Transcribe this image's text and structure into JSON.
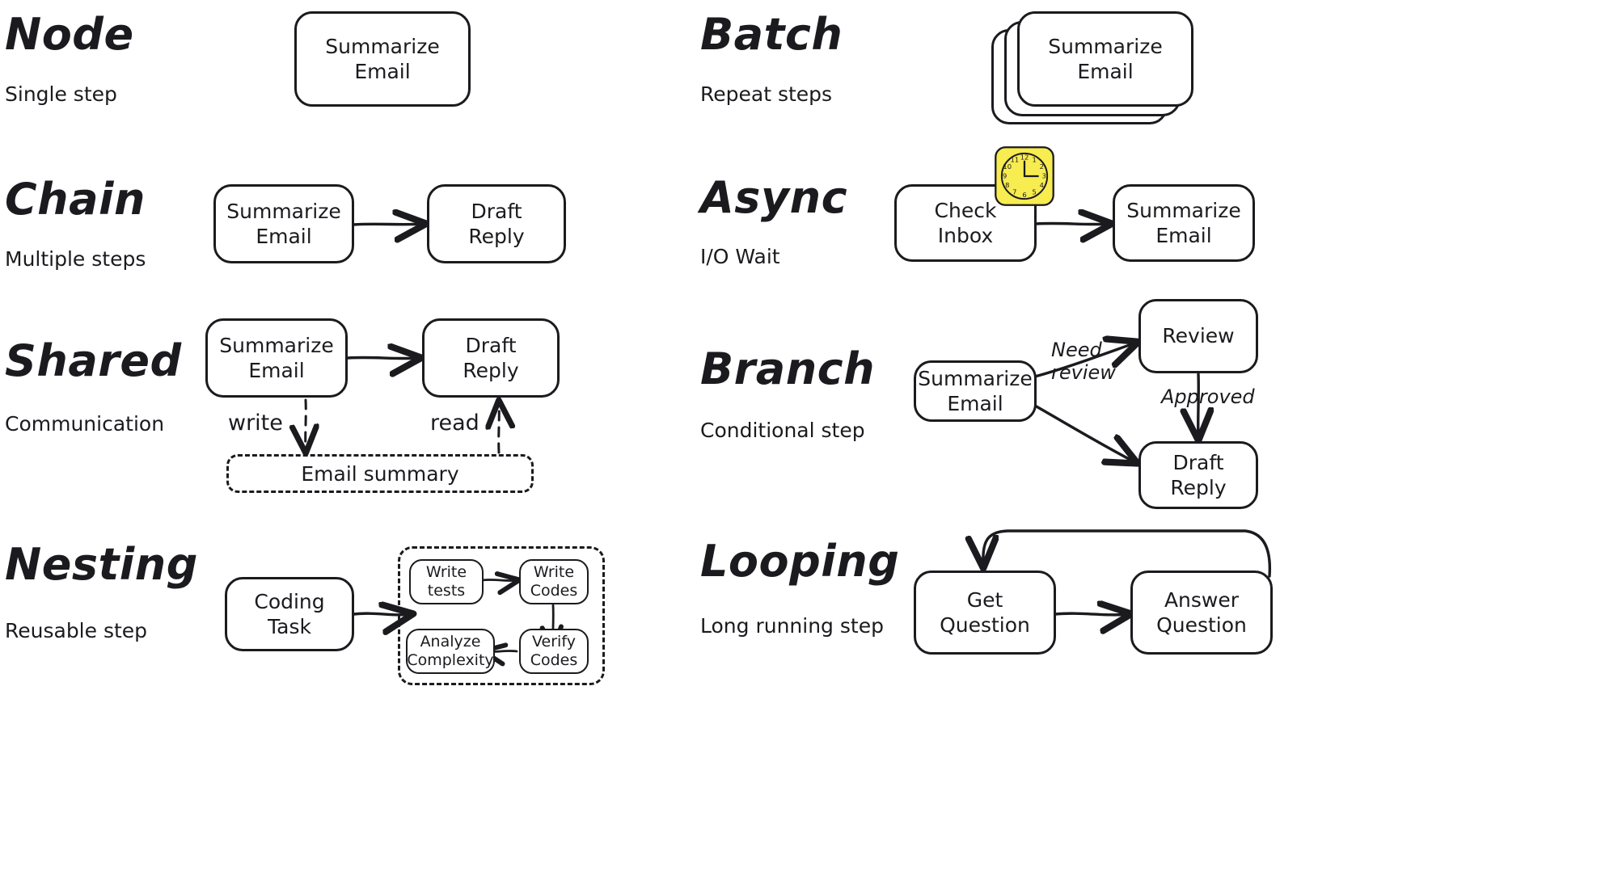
{
  "diagram": {
    "title_style": "hand-drawn",
    "background": "#ffffff",
    "ink": "#1b1b1f",
    "accent": "#f7ec50"
  },
  "sections": [
    {
      "id": "node",
      "title": "Node",
      "subtitle": "Single step",
      "nodes": [
        {
          "id": "n1",
          "label": "Summarize\nEmail"
        }
      ],
      "edges": []
    },
    {
      "id": "batch",
      "title": "Batch",
      "subtitle": "Repeat steps",
      "nodes": [
        {
          "id": "b1",
          "label": "Summarize\nEmail"
        }
      ],
      "stack_count": 3,
      "edges": []
    },
    {
      "id": "chain",
      "title": "Chain",
      "subtitle": "Multiple steps",
      "nodes": [
        {
          "id": "c1",
          "label": "Summarize\nEmail"
        },
        {
          "id": "c2",
          "label": "Draft\nReply"
        }
      ],
      "edges": [
        {
          "from": "c1",
          "to": "c2",
          "label": "",
          "style": "solid"
        }
      ]
    },
    {
      "id": "async",
      "title": "Async",
      "subtitle": "I/O Wait",
      "nodes": [
        {
          "id": "a1",
          "label": "Check\nInbox"
        },
        {
          "id": "a2",
          "label": "Summarize\nEmail"
        }
      ],
      "icon": "clock-icon",
      "edges": [
        {
          "from": "a1",
          "to": "a2",
          "label": "",
          "style": "solid"
        }
      ]
    },
    {
      "id": "shared",
      "title": "Shared",
      "subtitle": "Communication",
      "nodes": [
        {
          "id": "s1",
          "label": "Summarize\nEmail"
        },
        {
          "id": "s2",
          "label": "Draft\nReply"
        }
      ],
      "store": {
        "id": "store1",
        "label": "Email summary"
      },
      "edges": [
        {
          "from": "s1",
          "to": "s2",
          "label": "",
          "style": "solid"
        },
        {
          "from": "s1",
          "to": "store1",
          "label": "write",
          "style": "dashed"
        },
        {
          "from": "store1",
          "to": "s2",
          "label": "read",
          "style": "dashed"
        }
      ]
    },
    {
      "id": "branch",
      "title": "Branch",
      "subtitle": "Conditional step",
      "nodes": [
        {
          "id": "br1",
          "label": "Summarize\nEmail"
        },
        {
          "id": "br2",
          "label": "Review"
        },
        {
          "id": "br3",
          "label": "Draft\nReply"
        }
      ],
      "edges": [
        {
          "from": "br1",
          "to": "br2",
          "label": "Need\nreview",
          "style": "solid"
        },
        {
          "from": "br2",
          "to": "br3",
          "label": "Approved",
          "style": "solid"
        },
        {
          "from": "br1",
          "to": "br3",
          "label": "",
          "style": "solid"
        }
      ]
    },
    {
      "id": "nesting",
      "title": "Nesting",
      "subtitle": "Reusable step",
      "nodes": [
        {
          "id": "ns1",
          "label": "Coding\nTask"
        },
        {
          "id": "ns2",
          "label": "Write\ntests"
        },
        {
          "id": "ns3",
          "label": "Write\nCodes"
        },
        {
          "id": "ns4",
          "label": "Verify\nCodes"
        },
        {
          "id": "ns5",
          "label": "Analyze\nComplexity"
        }
      ],
      "edges": [
        {
          "from": "ns1",
          "to": "ns2",
          "label": "",
          "style": "solid"
        },
        {
          "from": "ns2",
          "to": "ns3",
          "label": "",
          "style": "solid"
        },
        {
          "from": "ns3",
          "to": "ns4",
          "label": "",
          "style": "solid"
        },
        {
          "from": "ns4",
          "to": "ns5",
          "label": "",
          "style": "solid"
        }
      ]
    },
    {
      "id": "looping",
      "title": "Looping",
      "subtitle": "Long running step",
      "nodes": [
        {
          "id": "lp1",
          "label": "Get\nQuestion"
        },
        {
          "id": "lp2",
          "label": "Answer\nQuestion"
        }
      ],
      "edges": [
        {
          "from": "lp1",
          "to": "lp2",
          "label": "",
          "style": "solid"
        },
        {
          "from": "lp2",
          "to": "lp1",
          "label": "",
          "style": "solid"
        }
      ]
    }
  ],
  "clock": {
    "name": "clock-icon",
    "face_color": "#f7ec50",
    "numbers": [
      "12",
      "1",
      "2",
      "3",
      "4",
      "5",
      "6",
      "7",
      "8",
      "9",
      "10",
      "11"
    ],
    "hour_hand": "12",
    "minute_hand": "3"
  }
}
